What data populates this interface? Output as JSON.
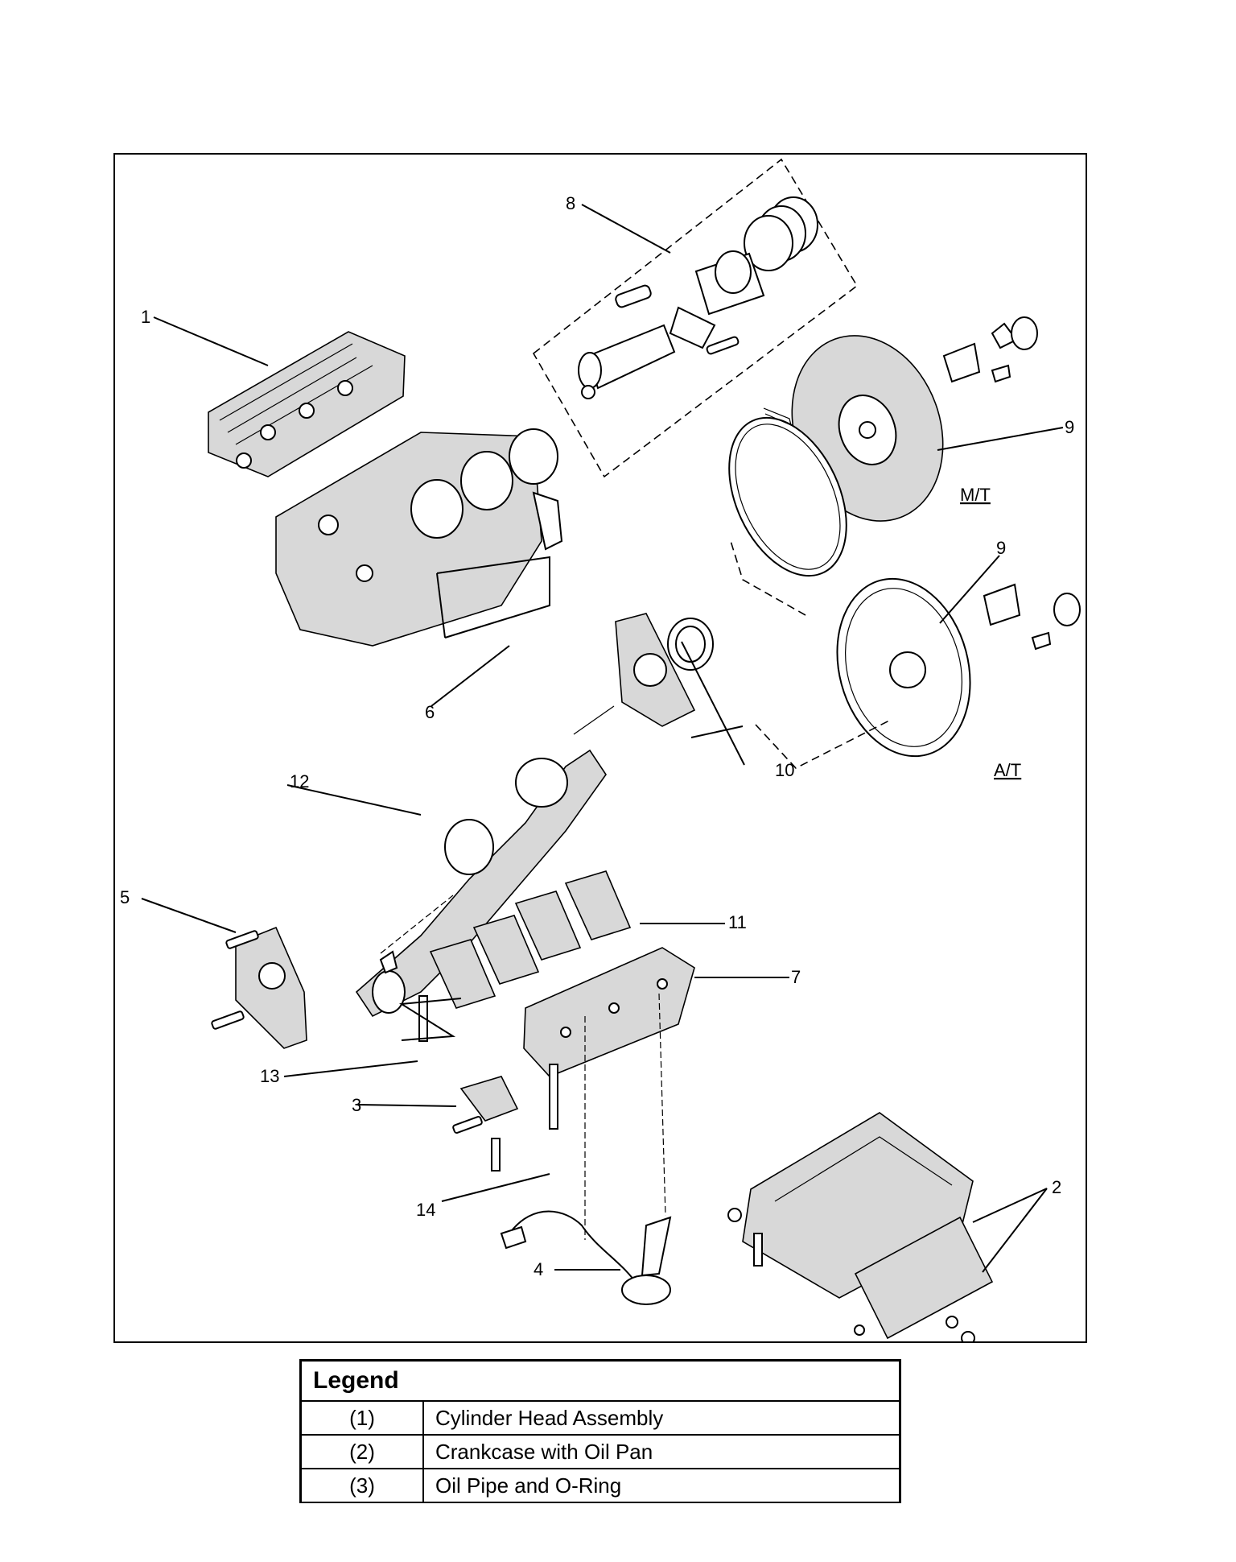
{
  "diagram": {
    "callouts": {
      "c1": "1",
      "c2": "2",
      "c3": "3",
      "c4": "4",
      "c5": "5",
      "c6": "6",
      "c7": "7",
      "c8": "8",
      "c9a": "9",
      "c9b": "9",
      "c10": "10",
      "c11": "11",
      "c12": "12",
      "c13": "13",
      "c14": "14"
    },
    "labels": {
      "mt": "M/T",
      "at": "A/T"
    }
  },
  "legend": {
    "title": "Legend",
    "rows": [
      {
        "num": "(1)",
        "desc": "Cylinder Head Assembly"
      },
      {
        "num": "(2)",
        "desc": "Crankcase with Oil Pan"
      },
      {
        "num": "(3)",
        "desc": "Oil Pipe and O-Ring"
      }
    ]
  }
}
